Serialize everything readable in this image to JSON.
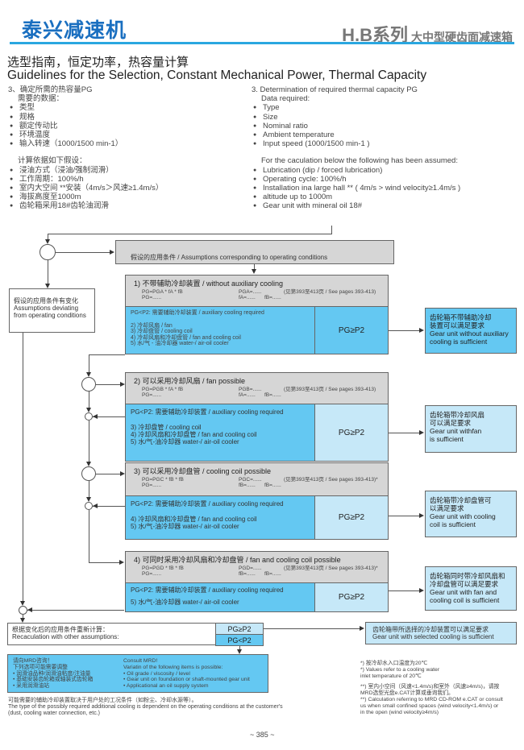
{
  "header": {
    "brand": "泰兴减速机",
    "series": "H.B系列",
    "series_sub": "大中型硬齿面减速箱",
    "accent_color": "#2aa7e0",
    "brand_color": "#1a6fc0"
  },
  "title": {
    "cn": "选型指南，恒定功率，热容量计算",
    "en": "Guidelines for the Selection, Constant Mechanical Power, Thermal Capacity"
  },
  "left_col": {
    "heading": "3、确定所需的热容量PG",
    "data_req": "需要的数据：",
    "items": [
      "类型",
      "规格",
      "额定传动比",
      "环境温度",
      "输入转速（1000/1500 min-1）"
    ],
    "assume": "计算依据如下假设：",
    "assumptions": [
      "浸油方式（浸油/强制润滑）",
      "工作周期：100%/h",
      "室内大空间 **安装（4m/s＞风速≥1.4m/s）",
      "海拔高度至1000m",
      "齿轮箱采用18#齿轮油润滑"
    ]
  },
  "right_col": {
    "heading": "3. Determination of required thermal capacity PG",
    "data_req": "Data required:",
    "items": [
      "Type",
      "Size",
      "Nominal ratio",
      "Ambient temperature",
      "Input speed  (1000/1500 min-1 )"
    ],
    "assume": "For the caculation below the following has been assumed:",
    "assumptions": [
      "Lubrication (dip / forced lubrication)",
      "Operating cycle: 100%/h",
      "Installation ina large hall ** ( 4m/s > wind velocity≥1.4m/s )",
      "altitude up to 1000m",
      "Gear unit with mineral oil 18#"
    ]
  },
  "flow": {
    "assumptions_box": "假设的应用条件 / Assumptions corresponding to operating conditions",
    "deviating": [
      "假设的应用条件有变化",
      "Assumptions deviating",
      "from operating conditions"
    ],
    "steps": [
      {
        "title": "1) 不带辅助冷却装置 / without auxiliary cooling",
        "f1": "PG=PGA * fA * fB",
        "f2": "PG=......",
        "f3": "PGA=......",
        "f4": "fA=......",
        "f5": "fB=......",
        "ref": "(见第393至413页 / See pages 393-413)",
        "req": "PG<P2: 需要辅助冷却装置 / auxiliary cooling required",
        "options": [
          "2) 冷却风扇 / fan",
          "3) 冷却盘管 / cooling coil",
          "4) 冷却风扇和冷却盘管 / fan and cooling coil",
          "5) 水/气 - 油冷却器 water-/ air-oil cooler"
        ],
        "cond": "PG≥P2",
        "result": [
          "齿轮箱不带辅助冷却",
          "装置可以满足要求",
          "Gear unit without auxiliary",
          "cooling is sufficient"
        ]
      },
      {
        "title": "2) 可以采用冷却风扇 / fan possible",
        "f1": "PG=PGB * fA * fB",
        "f2": "PG=......",
        "f3": "PGB=......",
        "f4": "fA=......",
        "f5": "fB=......",
        "ref": "(见第393至413页 / See pages 393-413)",
        "req": "PG<P2: 需要辅助冷却装置 / auxiliary cooling required",
        "options": [
          "3) 冷却盘管 / cooling coil",
          "4) 冷却风扇和冷却盘管 / fan and cooling coil",
          "5) 水/气-油冷却器 water-/ air-oil cooler"
        ],
        "cond": "PG≥P2",
        "result": [
          "齿轮箱带冷却风扇",
          "可以满足要求",
          "Gear unit withfan",
          "is sufficient"
        ]
      },
      {
        "title": "3) 可以采用冷却盘管 / cooling coil possible",
        "f1": "PG=PGC * fB * fB",
        "f2": "PG=......",
        "f3": "PGC=......",
        "f4": "fB=......",
        "f5": "fB=......",
        "ref": "(见第393至413页 / See pages 393-413)*",
        "req": "PG<P2: 需要辅助冷却装置 / auxiliary cooling required",
        "options": [
          "4) 冷却风扇和冷却盘管 / fan and cooling coil",
          "5) 水/气-油冷却器 water-/ air-oil cooler"
        ],
        "cond": "PG≥P2",
        "result": [
          "齿轮箱带冷却盘管可",
          "以满足要求",
          "Gear unit with cooling",
          "coil is sufficient"
        ]
      },
      {
        "title": "4) 可同时采用冷却风扇和冷却盘管 / fan and cooling coil possible",
        "f1": "PG=PGD * fB * fB",
        "f2": "PG=......",
        "f3": "PGD=......",
        "f4": "fB=......",
        "f5": "fB=......",
        "ref": "(见第393至413页 / See pages 393-413)*",
        "req": "PG<P2: 需要辅助冷却装置 / auxiliary cooling required",
        "options": [
          "5) 水/气-油冷却器 water-/ air-oil cooler"
        ],
        "cond": "PG≥P2",
        "result": [
          "齿轮箱同时带冷却风扇和",
          "冷却盘管可以满足要求",
          "Gear unit with fan and",
          "cooling coil is sufficient"
        ]
      }
    ],
    "recalc": [
      "根据变化后的应用条件重新计算：",
      "Recaculation with other assumptions:"
    ],
    "recalc_ok": "PG≥P2",
    "recalc_fail": "PG<P2",
    "recalc_result": [
      "齿轮箱带所选择的冷却装置可以满足要求",
      "Gear unit with selected cooling is sufficient"
    ],
    "consult_cn": [
      "请向MRD咨询！",
      "下列选项可能需要调整",
      "润滑油品种/润滑油粘度/注油量",
      "基础安装齿轮箱或轴装式齿轮箱",
      "采用润滑油站"
    ],
    "consult_en": [
      "Consult MRD!",
      "Variatin of the following items is possible:",
      "Oil grade / viscosity / level",
      "Gear unit on foundation or shaft-mounted gear unit",
      "Applicational an oil supply system"
    ]
  },
  "notes": {
    "n1": [
      "*) 按冷却水入口温度为20℃",
      "*) Values refer to a cooling water",
      "inlet temperature of 20℃"
    ],
    "n2": [
      "**) 室内小空间（风速<1.4m/s)和室外（风速≥4m/s)，请按",
      "MRD选型光盘e.CAT计算或垂询我们。",
      "**) Calculation referring to MRD CD-ROM e.CAT or consult",
      "us when small confined spaces (wind velocity<1.4m/s) or",
      "in the open (wind velocity≥4m/s)"
    ]
  },
  "footer": {
    "cn": "可能需要的辅助冷却装置取决于用户处的工况条件（如粉尘、冷却水源等）。",
    "en1": "The type of the possibly required additional cooling is dependent on the operating conditions at the customer's",
    "en2": "(dust, cooling water connection, etc.)",
    "page": "~ 385 ~"
  }
}
